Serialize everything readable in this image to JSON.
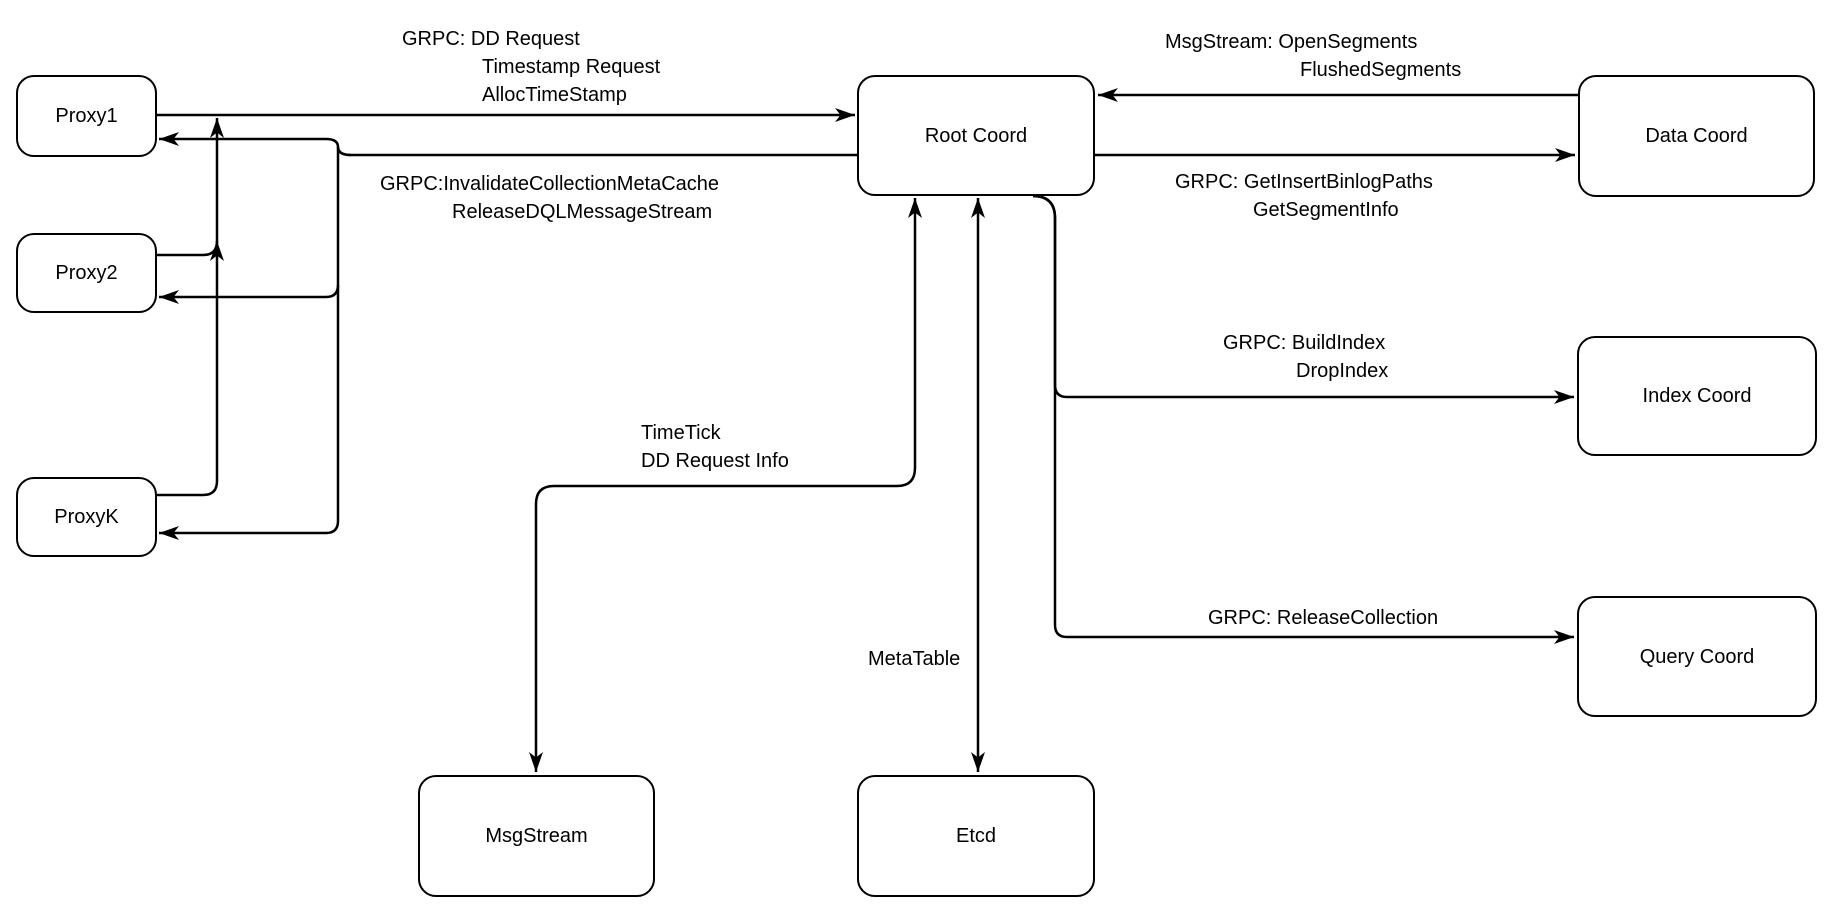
{
  "diagram": {
    "colors": {
      "stroke": "#000000",
      "background": "#ffffff",
      "text": "#000000"
    },
    "nodes": [
      {
        "id": "proxy1",
        "label": "Proxy1"
      },
      {
        "id": "proxy2",
        "label": "Proxy2"
      },
      {
        "id": "proxyk",
        "label": "ProxyK"
      },
      {
        "id": "root-coord",
        "label": "Root Coord"
      },
      {
        "id": "data-coord",
        "label": "Data Coord"
      },
      {
        "id": "index-coord",
        "label": "Index Coord"
      },
      {
        "id": "query-coord",
        "label": "Query Coord"
      },
      {
        "id": "msgstream",
        "label": "MsgStream"
      },
      {
        "id": "etcd",
        "label": "Etcd"
      }
    ],
    "edge_labels": [
      {
        "id": "proxy-to-root",
        "lines": [
          "GRPC: DD Request",
          "Timestamp Request",
          "AllocTimeStamp"
        ]
      },
      {
        "id": "root-to-proxy",
        "lines": [
          "GRPC:InvalidateCollectionMetaCache",
          "ReleaseDQLMessageStream"
        ]
      },
      {
        "id": "data-to-root",
        "lines": [
          "MsgStream: OpenSegments",
          "FlushedSegments"
        ]
      },
      {
        "id": "root-to-data",
        "lines": [
          "GRPC: GetInsertBinlogPaths",
          "GetSegmentInfo"
        ]
      },
      {
        "id": "root-to-index",
        "lines": [
          "GRPC: BuildIndex",
          "DropIndex"
        ]
      },
      {
        "id": "root-to-query",
        "lines": [
          "GRPC: ReleaseCollection"
        ]
      },
      {
        "id": "root-to-msgstream",
        "lines": [
          "TimeTick",
          "DD Request Info"
        ]
      },
      {
        "id": "root-to-etcd",
        "lines": [
          "MetaTable"
        ]
      }
    ]
  }
}
